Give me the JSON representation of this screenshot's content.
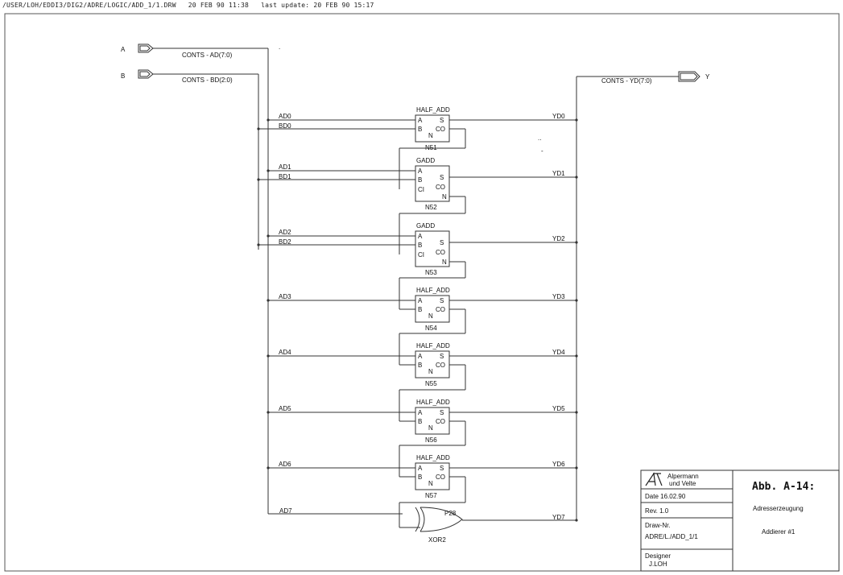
{
  "header": {
    "path": "/USER/LOH/EDDI3/DIG2/ADRE/LOGIC/ADD_1/1.DRW",
    "created": "20 FEB 90 11:38",
    "last_update_label": "last update:",
    "last_update": "20 FEB 90 15:17"
  },
  "ports": {
    "a": "A",
    "b": "B",
    "y": "Y",
    "a_bus": "CONTS - AD(7:0)",
    "b_bus": "CONTS - BD(2:0)",
    "y_bus": "CONTS - YD(7:0)"
  },
  "stages": [
    {
      "type": "HALF_ADD",
      "ref": "N51",
      "a": "AD0",
      "b": "BD0",
      "y": "YD0",
      "pins": [
        "A",
        "B",
        "N",
        "S",
        "CO"
      ]
    },
    {
      "type": "GADD",
      "ref": "N52",
      "a": "AD1",
      "b": "BD1",
      "y": "YD1",
      "pins": [
        "A",
        "B",
        "CI",
        "S",
        "CO",
        "N"
      ]
    },
    {
      "type": "GADD",
      "ref": "N53",
      "a": "AD2",
      "b": "BD2",
      "y": "YD2",
      "pins": [
        "A",
        "B",
        "CI",
        "S",
        "CO",
        "N"
      ]
    },
    {
      "type": "HALF_ADD",
      "ref": "N54",
      "a": "AD3",
      "y": "YD3",
      "pins": [
        "A",
        "B",
        "N",
        "S",
        "CO"
      ]
    },
    {
      "type": "HALF_ADD",
      "ref": "N55",
      "a": "AD4",
      "y": "YD4",
      "pins": [
        "A",
        "B",
        "N",
        "S",
        "CO"
      ]
    },
    {
      "type": "HALF_ADD",
      "ref": "N56",
      "a": "AD5",
      "y": "YD5",
      "pins": [
        "A",
        "B",
        "N",
        "S",
        "CO"
      ]
    },
    {
      "type": "HALF_ADD",
      "ref": "N57",
      "a": "AD6",
      "y": "YD6",
      "pins": [
        "A",
        "B",
        "N",
        "S",
        "CO"
      ]
    }
  ],
  "xor": {
    "ref": "P28",
    "type": "XOR2",
    "a": "AD7",
    "y": "YD7"
  },
  "title_block": {
    "company_line1": "Alpermann",
    "company_line2": "und Velte",
    "date": "Date  16.02.90",
    "rev": "Rev.  1.0",
    "drawnr_label": "Draw-Nr.",
    "drawnr": "ADRE/L./ADD_1/1",
    "designer_label": "Designer",
    "designer": "J.LOH",
    "figure": "Abb. A-14:",
    "subject": "Adresserzeugung",
    "name": "Addierer #1"
  }
}
